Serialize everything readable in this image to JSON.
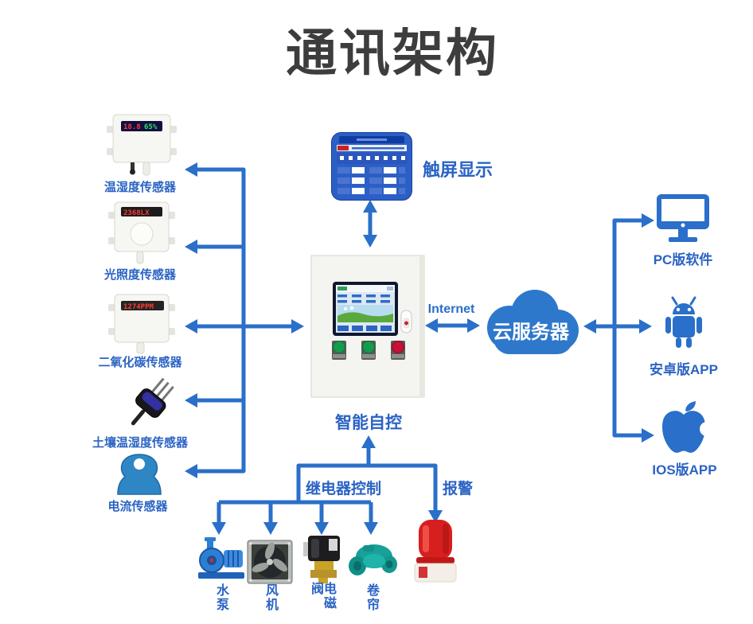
{
  "title": "通讯架构",
  "sensors": [
    {
      "label": "温湿度传感器"
    },
    {
      "label": "光照度传感器"
    },
    {
      "label": "二氧化碳传感器"
    },
    {
      "label": "土壤温湿度传感器"
    },
    {
      "label": "电流传感器"
    }
  ],
  "center": {
    "touchscreen_label": "触屏显示",
    "controller_label": "智能自控",
    "internet_label": "Internet",
    "cloud_label": "云服务器"
  },
  "clients": [
    {
      "label": "PC版软件"
    },
    {
      "label": "安卓版APP"
    },
    {
      "label": "IOS版APP"
    }
  ],
  "bottom": {
    "relay_label": "继电器控制",
    "alarm_label": "报警",
    "devices": [
      {
        "label": "水泵"
      },
      {
        "label": "风机"
      },
      {
        "label": "电磁阀"
      },
      {
        "label": "卷帘"
      }
    ]
  },
  "colors": {
    "line_blue": "#2a6fc9",
    "label_blue": "#2a63c4",
    "title_gray": "#3d3d3d",
    "cloud_blue": "#2e78cc",
    "alarm_red": "#d81f1f"
  }
}
